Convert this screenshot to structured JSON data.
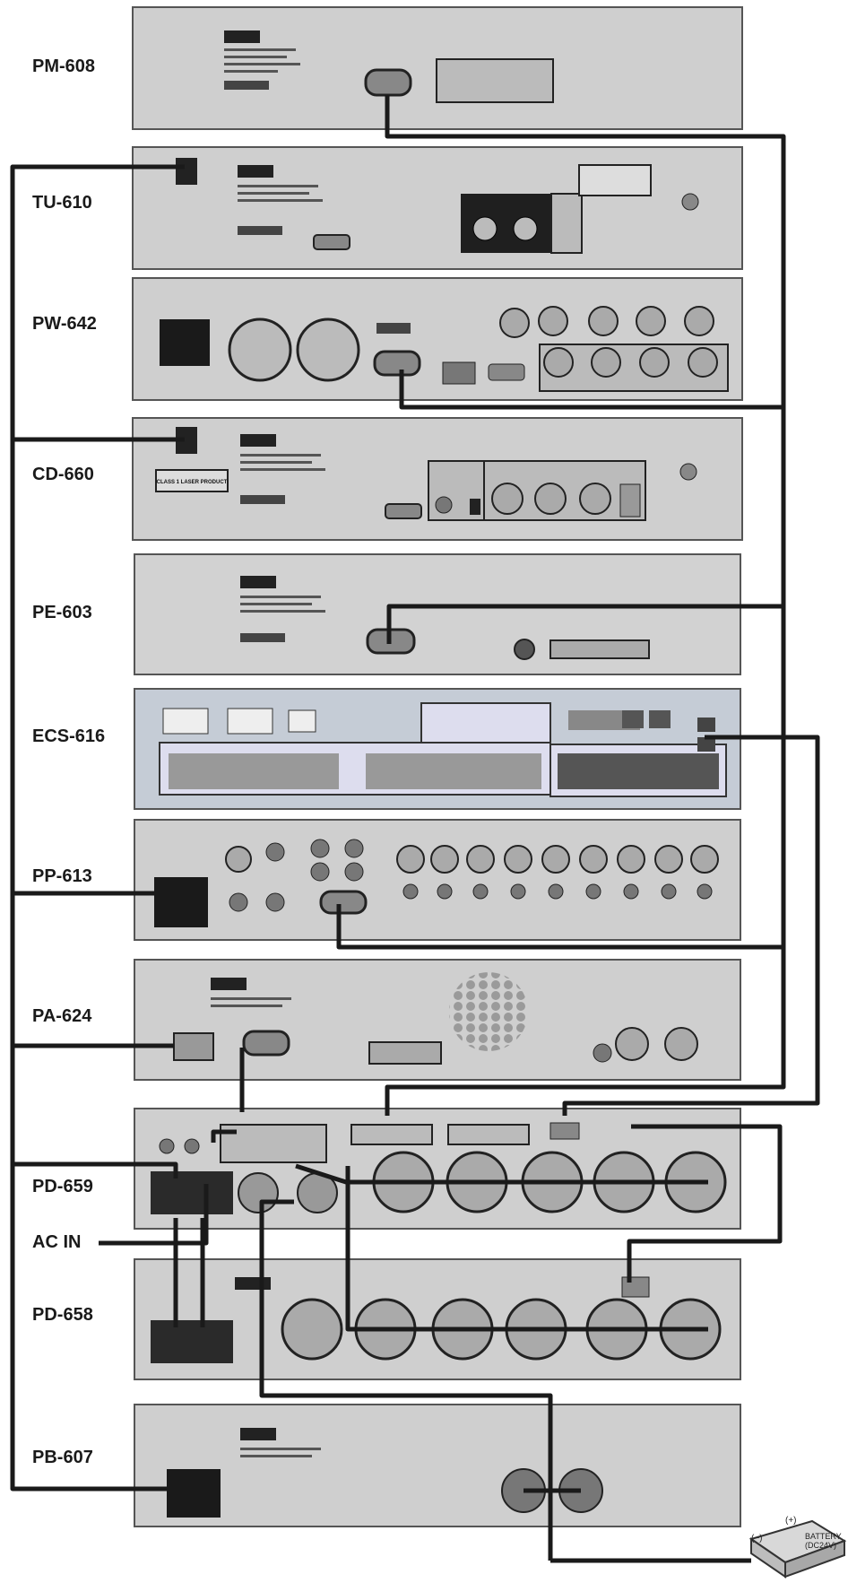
{
  "units": [
    {
      "id": "pm608",
      "name": "PM-608"
    },
    {
      "id": "tu610",
      "name": "TU-610"
    },
    {
      "id": "pw642",
      "name": "PW-642"
    },
    {
      "id": "cd660",
      "name": "CD-660"
    },
    {
      "id": "pe603",
      "name": "PE-603"
    },
    {
      "id": "ecs616",
      "name": "ECS-616"
    },
    {
      "id": "pp613",
      "name": "PP-613"
    },
    {
      "id": "pa624",
      "name": "PA-624"
    },
    {
      "id": "pd659",
      "name": "PD-659"
    },
    {
      "id": "pd658",
      "name": "PD-658"
    },
    {
      "id": "pb607",
      "name": "PB-607"
    }
  ],
  "ac_in": "AC IN",
  "cd_warning": "CLASS 1 LASER PRODUCT",
  "battery": {
    "plus": "(+)",
    "minus": "(−)",
    "line1": "BATTERY",
    "line2": "(DC24V)"
  },
  "colors": {
    "panel": "#cfcfcf",
    "panel_blue": "#c5ccd6",
    "wire": "#1a1a1a"
  }
}
